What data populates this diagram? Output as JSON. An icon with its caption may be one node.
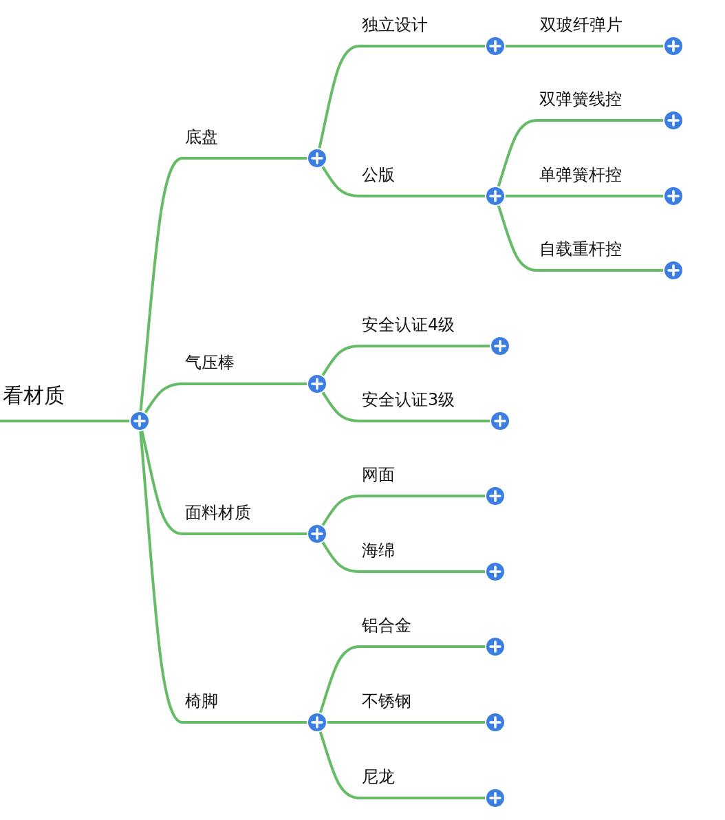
{
  "diagram": {
    "nodes": [
      {
        "text": [
          "看材质"
        ]
      },
      {
        "text": [
          "底盘"
        ]
      },
      {
        "text": [
          "独立设计"
        ]
      },
      {
        "text": [
          "双玻纤弹片"
        ]
      },
      {
        "text": [
          "公版"
        ]
      },
      {
        "text": [
          "双弹簧线控"
        ]
      },
      {
        "text": [
          "单弹簧杆控"
        ]
      },
      {
        "text": [
          "自载重杆控"
        ]
      },
      {
        "text": [
          "气压棒"
        ]
      },
      {
        "text": [
          "安全认证4级"
        ]
      },
      {
        "text": [
          "安全认证3级"
        ]
      },
      {
        "text": [
          "面料材质"
        ]
      },
      {
        "text": [
          "网面"
        ]
      },
      {
        "text": [
          "海绵"
        ]
      },
      {
        "text": [
          "椅脚"
        ]
      },
      {
        "text": [
          "铝合金"
        ]
      },
      {
        "text": [
          "不锈钢"
        ]
      },
      {
        "text": [
          "尼龙"
        ]
      }
    ],
    "edges": [
      {
        "from": 0,
        "to": 1,
        "arrow": "none"
      },
      {
        "from": 0,
        "to": 8,
        "arrow": "none"
      },
      {
        "from": 0,
        "to": 11,
        "arrow": "none"
      },
      {
        "from": 0,
        "to": 14,
        "arrow": "none"
      },
      {
        "from": 1,
        "to": 2,
        "arrow": "none"
      },
      {
        "from": 1,
        "to": 4,
        "arrow": "none"
      },
      {
        "from": 2,
        "to": 3,
        "arrow": "none"
      },
      {
        "from": 4,
        "to": 5,
        "arrow": "none"
      },
      {
        "from": 4,
        "to": 6,
        "arrow": "none"
      },
      {
        "from": 4,
        "to": 7,
        "arrow": "none"
      },
      {
        "from": 8,
        "to": 9,
        "arrow": "none"
      },
      {
        "from": 8,
        "to": 10,
        "arrow": "none"
      },
      {
        "from": 11,
        "to": 12,
        "arrow": "none"
      },
      {
        "from": 11,
        "to": 13,
        "arrow": "none"
      },
      {
        "from": 14,
        "to": 15,
        "arrow": "none"
      },
      {
        "from": 14,
        "to": 16,
        "arrow": "none"
      },
      {
        "from": 14,
        "to": 17,
        "arrow": "none"
      }
    ]
  }
}
